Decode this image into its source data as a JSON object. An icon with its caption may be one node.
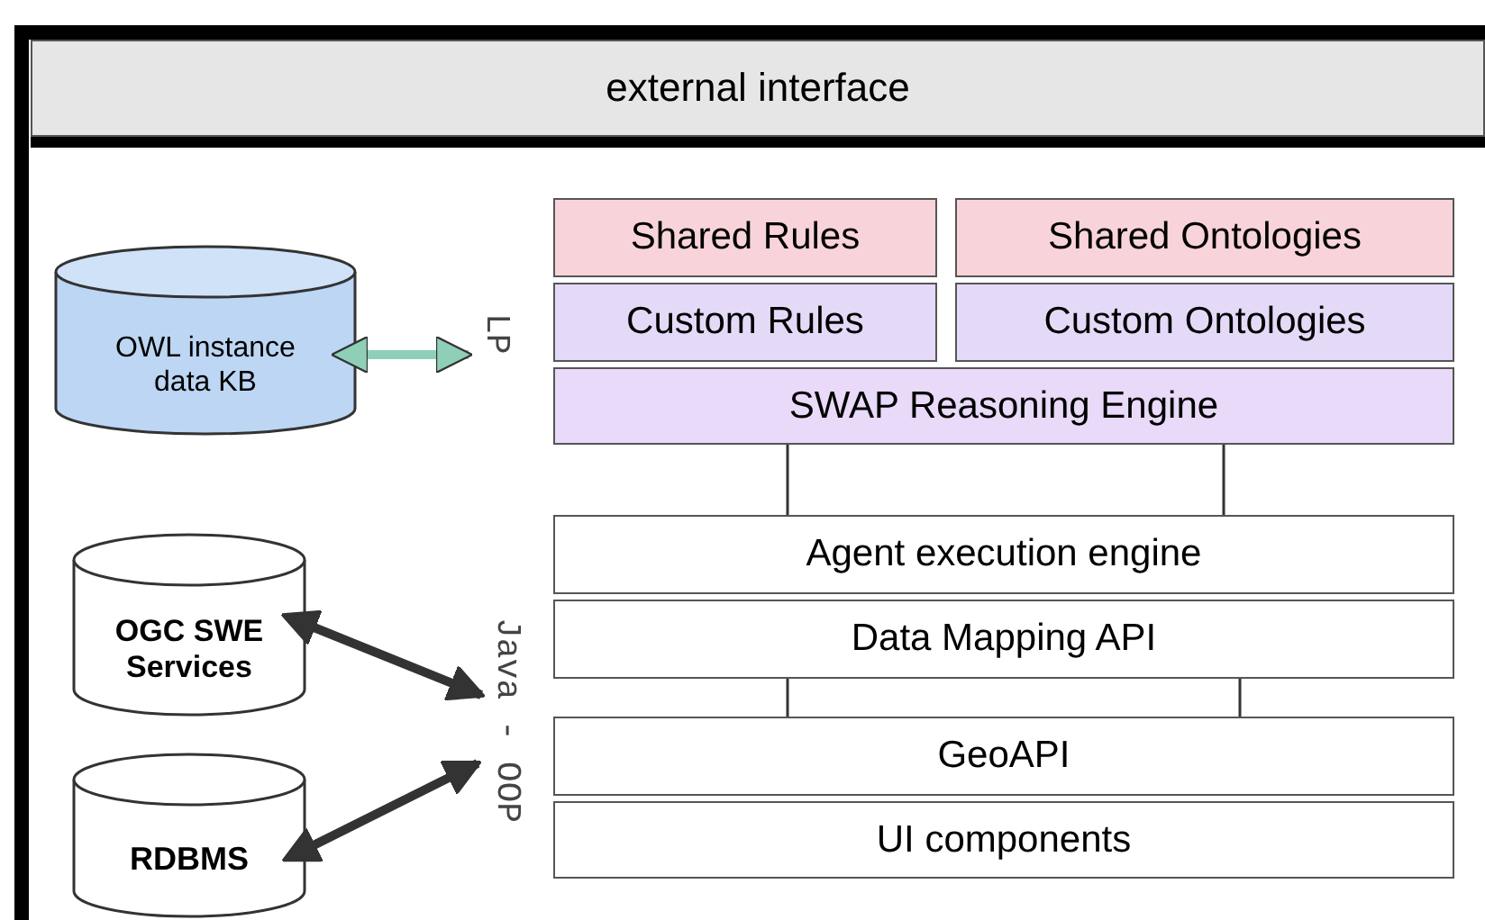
{
  "diagram": {
    "nodes": [
      {
        "text": [
          "external interface"
        ]
      },
      {
        "text": [
          "OWL instance data KB"
        ]
      },
      {
        "text": [
          "Shared Rules"
        ]
      },
      {
        "text": [
          "Shared Ontologies"
        ]
      },
      {
        "text": [
          "Custom Rules"
        ]
      },
      {
        "text": [
          "Custom Ontologies"
        ]
      },
      {
        "text": [
          "SWAP Reasoning Engine"
        ]
      },
      {
        "text": [
          "Agent execution engine"
        ]
      },
      {
        "text": [
          "Data Mapping API"
        ]
      },
      {
        "text": [
          "GeoAPI"
        ]
      },
      {
        "text": [
          "UI components"
        ]
      },
      {
        "text": [
          "OGC SWE Services"
        ]
      },
      {
        "text": [
          "RDBMS"
        ]
      },
      {
        "text": [
          "LP"
        ]
      },
      {
        "text": [
          "Java - OOP"
        ]
      }
    ],
    "edges": [
      {
        "from": 1,
        "to": 13,
        "arrow": "both",
        "style": "thick",
        "color": "#8fcfb8"
      },
      {
        "from": 6,
        "to": 7,
        "arrow": "none"
      },
      {
        "from": 6,
        "to": 7,
        "arrow": "none"
      },
      {
        "from": 8,
        "to": 9,
        "arrow": "none"
      },
      {
        "from": 8,
        "to": 9,
        "arrow": "none"
      },
      {
        "from": 11,
        "to": 14,
        "arrow": "both",
        "style": "thick"
      },
      {
        "from": 12,
        "to": 14,
        "arrow": "both",
        "style": "thick"
      }
    ]
  }
}
